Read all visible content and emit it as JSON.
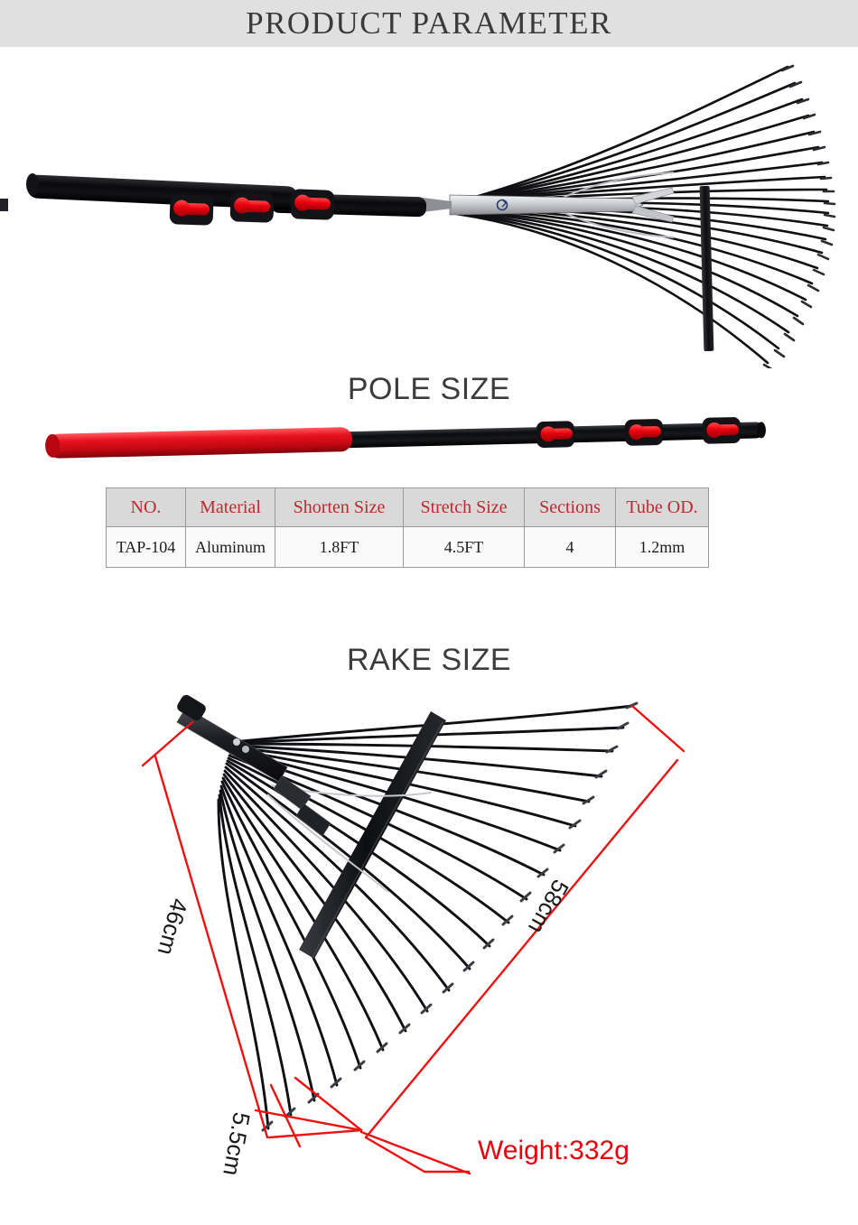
{
  "header": {
    "title": "PRODUCT PARAMETER",
    "band_color": "#e0e0e0",
    "title_color": "#3a3a3a"
  },
  "sections": {
    "pole_heading": "POLE SIZE",
    "rake_heading": "RAKE SIZE"
  },
  "hero": {
    "alt": "telescopic-leaf-rake-product-photo",
    "tine_count": 23,
    "lock_count": 3,
    "lock_color": "#e8000d",
    "pole_color": "#111111"
  },
  "pole": {
    "alt": "telescopic-aluminum-pole-photo",
    "grip_color": "#d60a18",
    "tube_color": "#15161a",
    "lock_count": 3,
    "lock_color": "#e10a16"
  },
  "spec_table": {
    "headers": [
      "NO.",
      "Material",
      "Shorten Size",
      "Stretch Size",
      "Sections",
      "Tube OD."
    ],
    "header_text_color": "#c1272d",
    "header_bg_color": "#d9d9d9",
    "rows": [
      [
        "TAP-104",
        "Aluminum",
        "1.8FT",
        "4.5FT",
        "4",
        "1.2mm"
      ]
    ]
  },
  "rake_diagram": {
    "alt": "rake-head-dimension-diagram",
    "tine_count": 23,
    "dimension_line_color": "#ee1111",
    "dimensions": {
      "width_label": "46cm",
      "length_label": "58cm",
      "depth_label": "5.5cm"
    },
    "weight_label": "Weight:332g",
    "weight_color": "#e8000d"
  }
}
